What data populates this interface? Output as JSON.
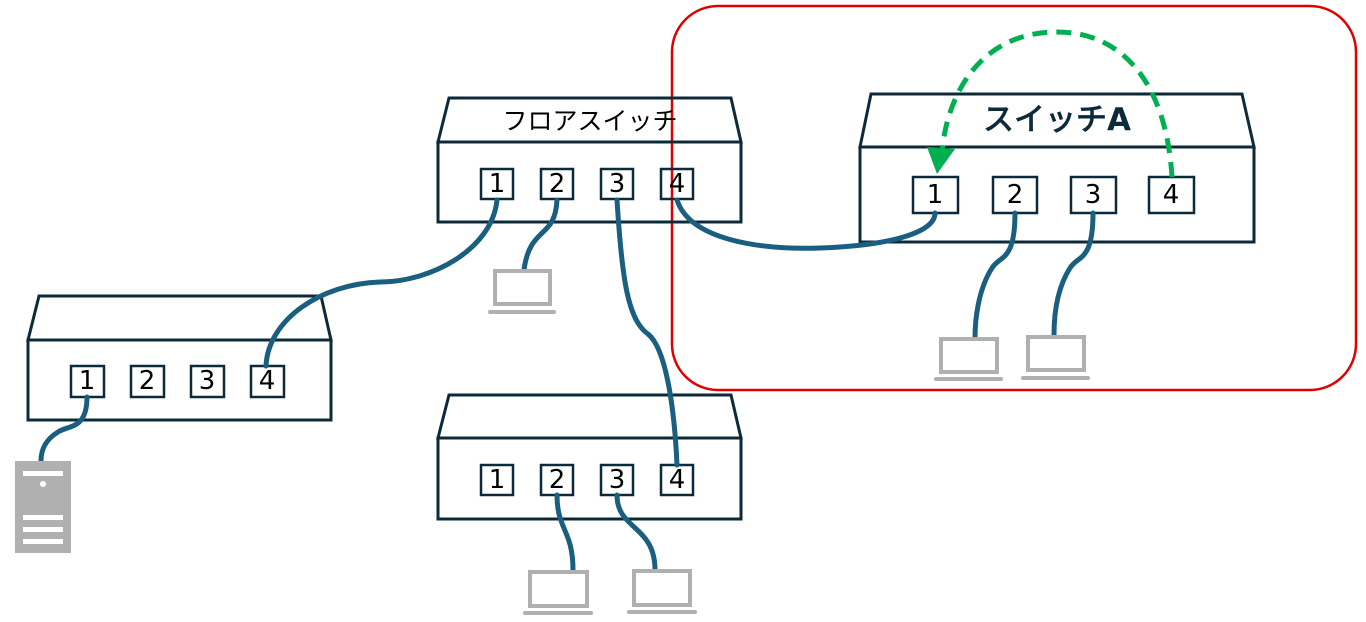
{
  "colors": {
    "cable": "#1a5e80",
    "outline": "#0d2a3a",
    "highlight_box": "#e00000",
    "loop_arrow": "#00b050",
    "switch_a_top": "#808080",
    "switch_a_body": "#bfbfbf",
    "device": "#b0b0b0"
  },
  "switches": {
    "floor": {
      "label": "フロアスイッチ",
      "ports": [
        "1",
        "2",
        "3",
        "4"
      ]
    },
    "left": {
      "label": "",
      "ports": [
        "1",
        "2",
        "3",
        "4"
      ]
    },
    "bottom": {
      "label": "",
      "ports": [
        "1",
        "2",
        "3",
        "4"
      ]
    },
    "switch_a": {
      "label": "スイッチA",
      "ports": [
        "1",
        "2",
        "3",
        "4"
      ]
    }
  },
  "icons": {
    "laptop": "laptop-icon",
    "server": "server-icon"
  }
}
